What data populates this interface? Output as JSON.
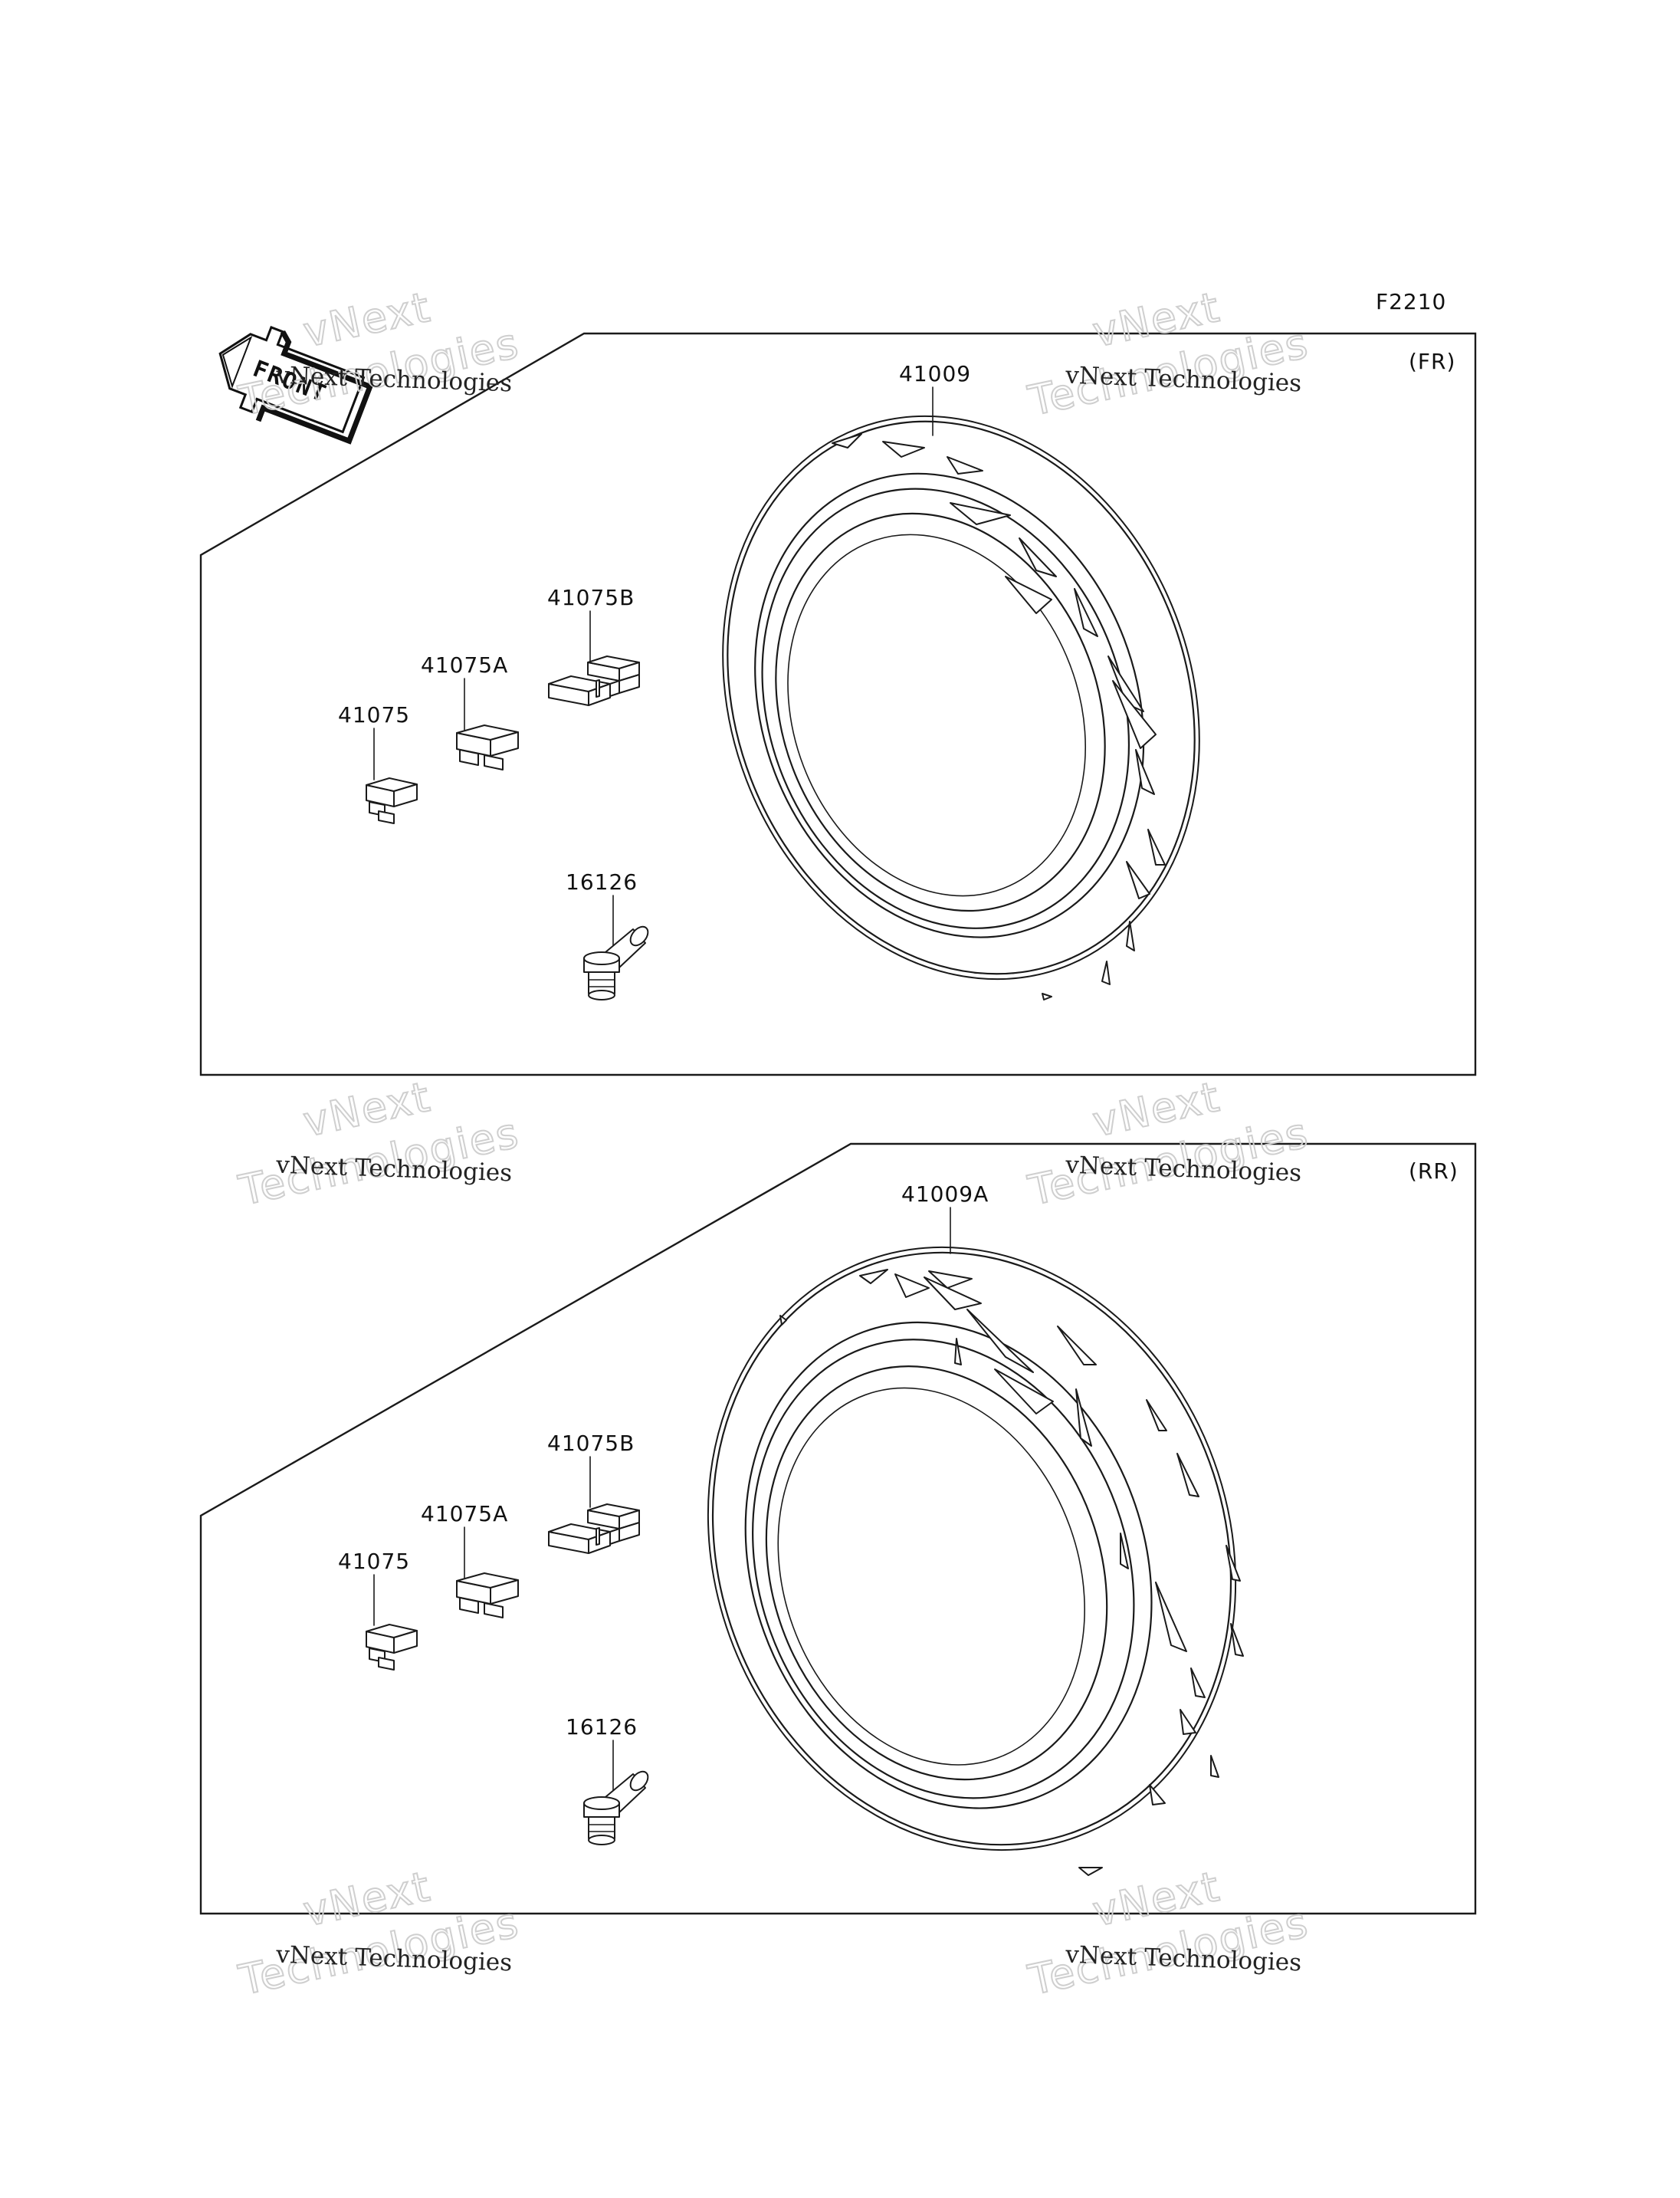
{
  "figure_code": "F2210",
  "front_label": "FRONT",
  "watermark": {
    "line1": "vNext",
    "line2": "Technologies",
    "caption": "vNext Technologies"
  },
  "front_panel": {
    "tag": "(FR)",
    "parts": {
      "tire": "41009",
      "weight_b": "41075B",
      "weight_a": "41075A",
      "weight": "41075",
      "valve": "16126"
    }
  },
  "rear_panel": {
    "tag": "(RR)",
    "parts": {
      "tire": "41009A",
      "weight_b": "41075B",
      "weight_a": "41075A",
      "weight": "41075",
      "valve": "16126"
    }
  }
}
